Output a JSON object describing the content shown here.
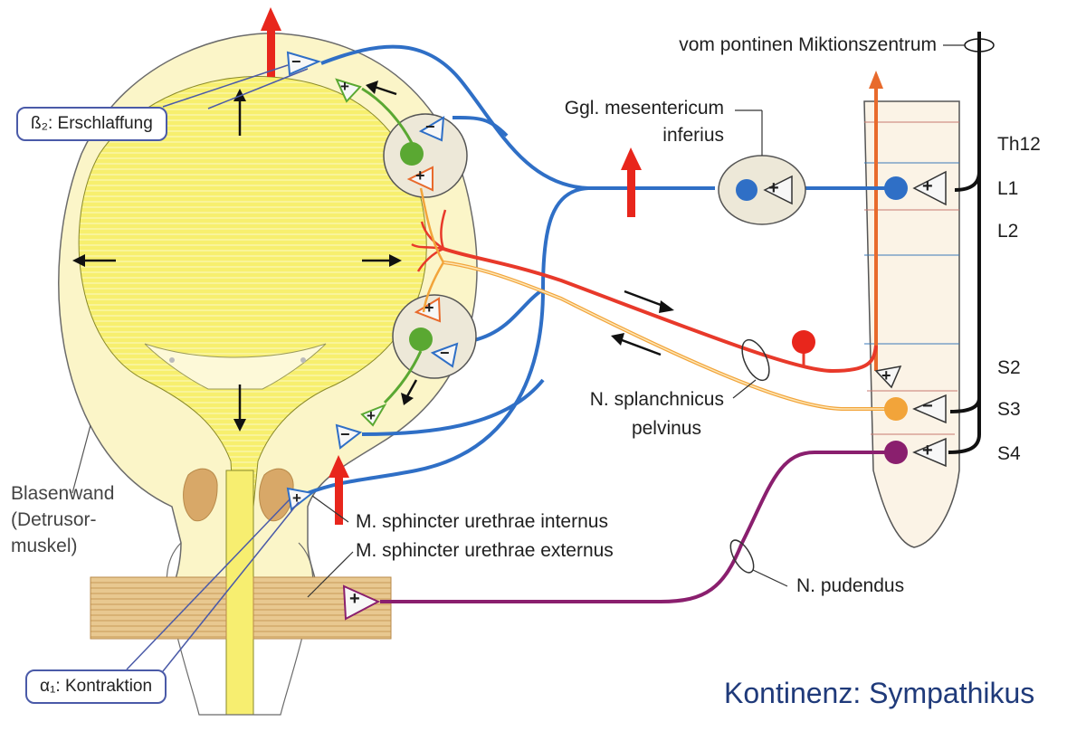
{
  "title": "Kontinenz: Sympathikus",
  "labels": {
    "pontine": "vom pontinen Miktionszentrum",
    "ggl_line1": "Ggl. mesentericum",
    "ggl_line2": "inferius",
    "splanch_line1": "N. splanchnicus",
    "splanch_line2": "pelvinus",
    "sphincter_int": "M. sphincter urethrae internus",
    "sphincter_ext": "M. sphincter urethrae externus",
    "pudendus": "N. pudendus",
    "blasenwand_line1": "Blasenwand",
    "blasenwand_line2": "(Detrusor-",
    "blasenwand_line3": "muskel)"
  },
  "receptor_boxes": {
    "beta2": "ß₂: Erschlaffung",
    "alpha1": "α₁: Kontraktion"
  },
  "segments": [
    "Th12",
    "L1",
    "L2",
    "S2",
    "S3",
    "S4"
  ],
  "signs": {
    "plus": "+",
    "minus": "−"
  },
  "colors": {
    "sympathetic": "#2f6fc6",
    "parasympathetic": "#e8392a",
    "afferent": "#f0a030",
    "pudendal": "#8a1f6e",
    "ganglion_cell": "#5aa832",
    "bladder": "#f5ee7a",
    "muscle": "#e8c98a",
    "arrow": "#e8261c",
    "title": "#1f3a7a"
  }
}
